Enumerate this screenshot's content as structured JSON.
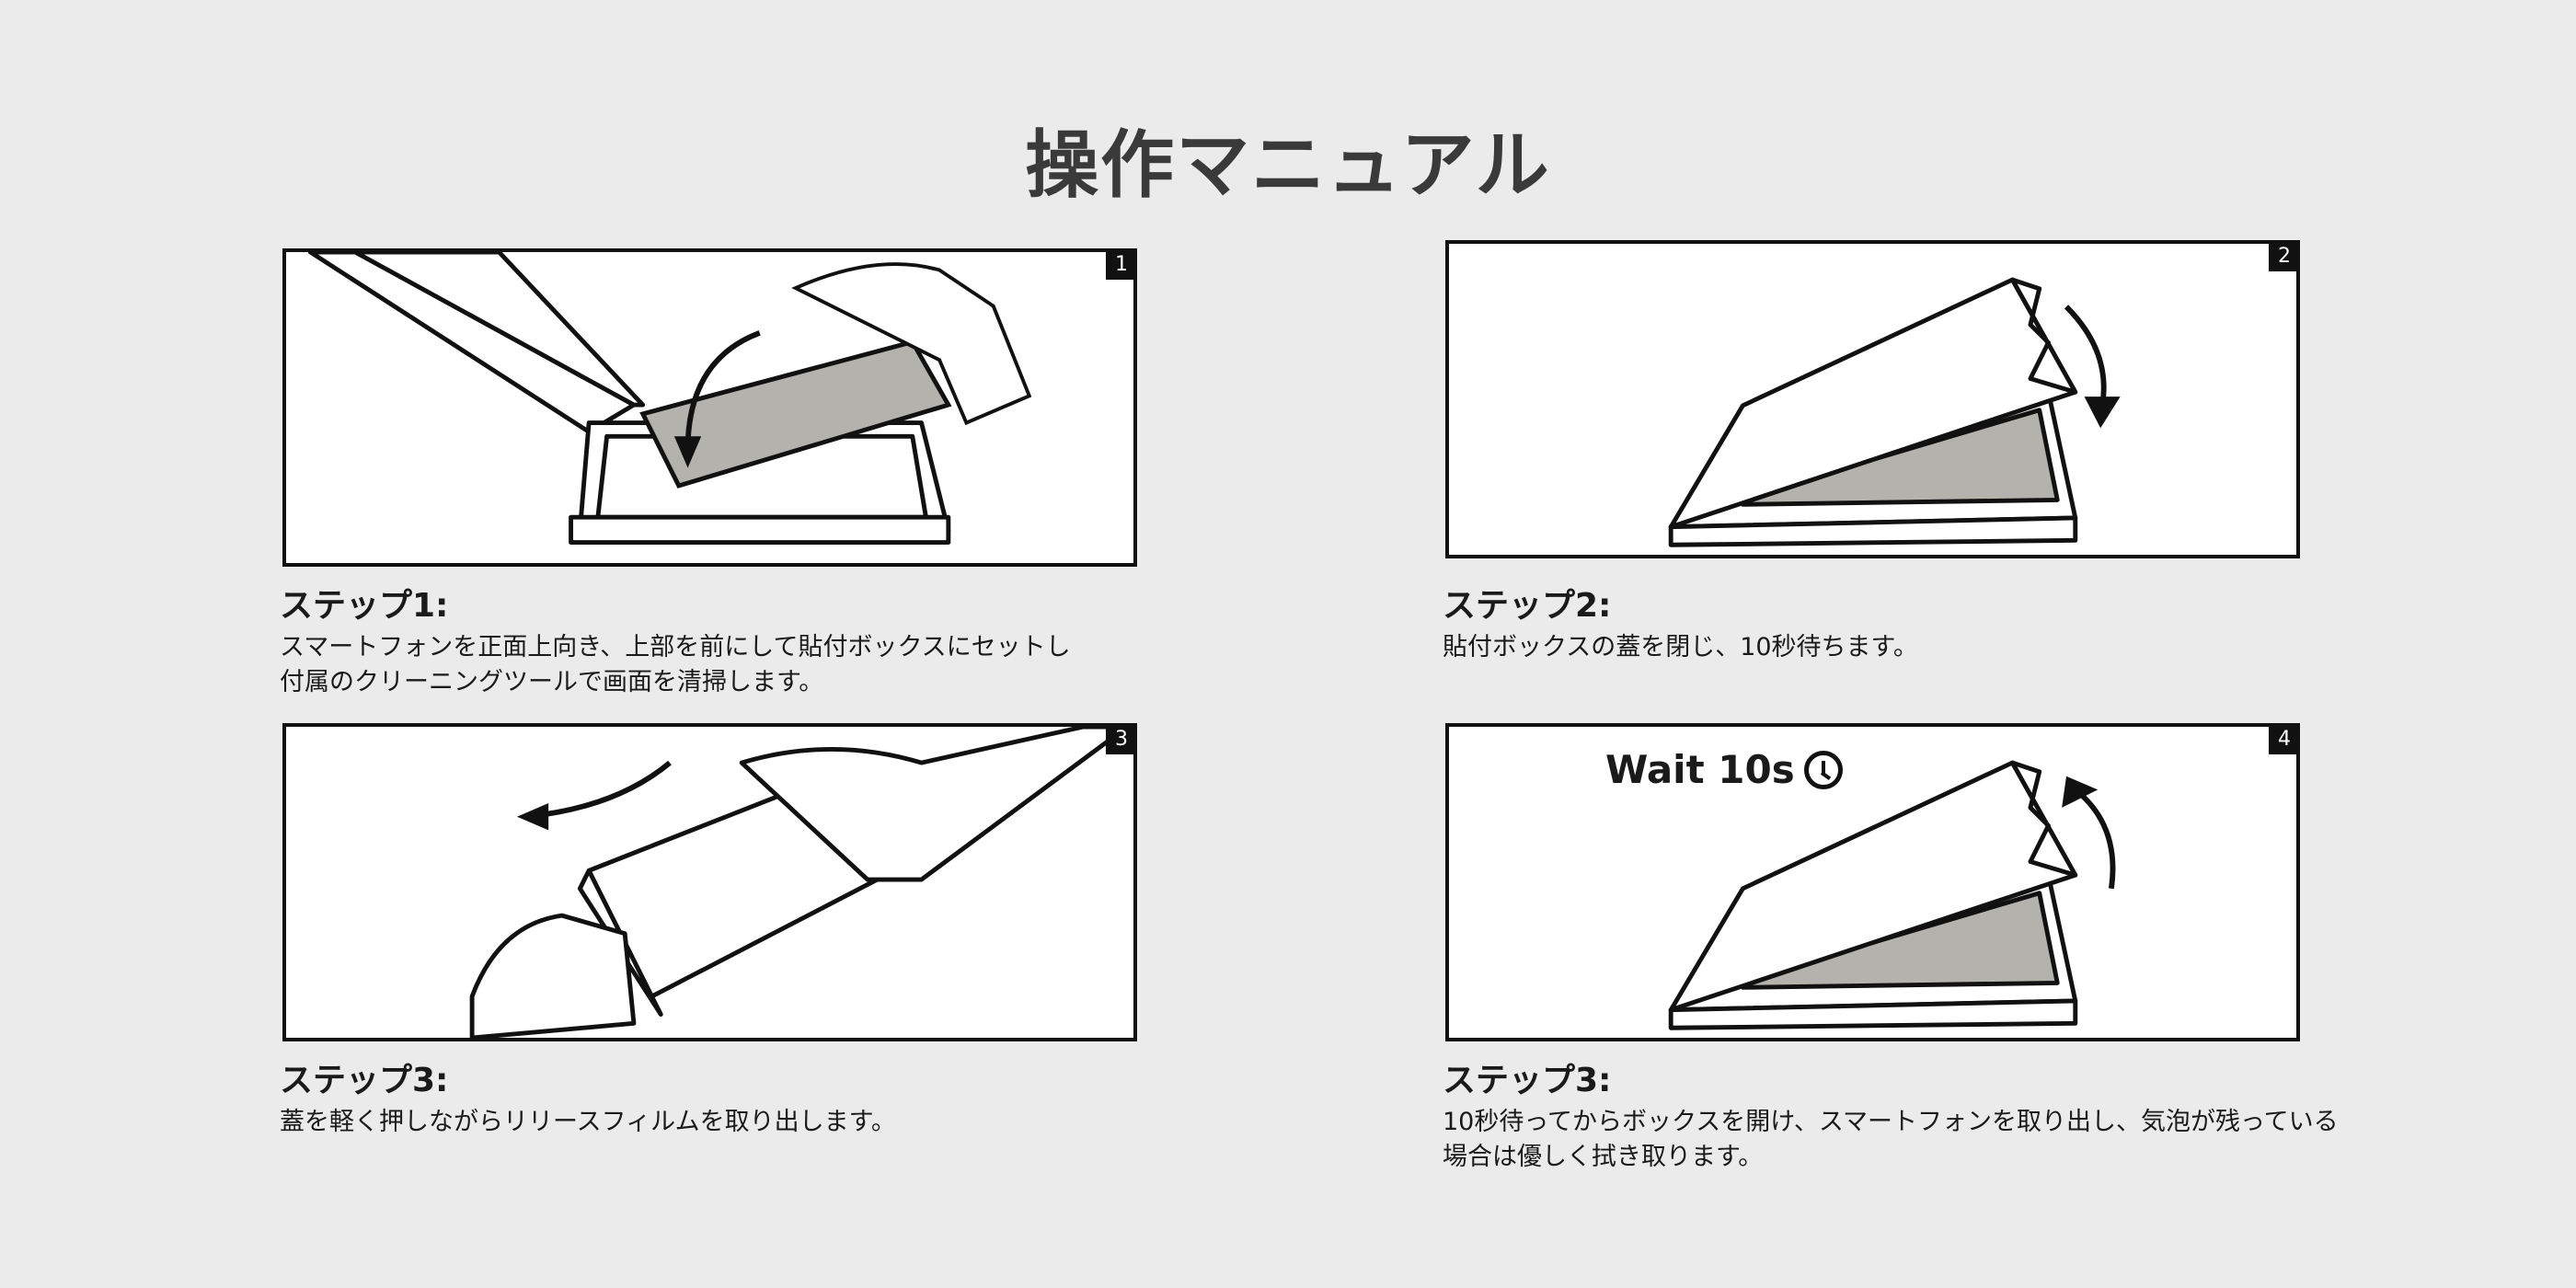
{
  "title": "操作マニュアル",
  "steps": [
    {
      "badge": "1",
      "heading": "ステップ1:",
      "lines": [
        "スマートフォンを正面上向き、上部を前にして貼付ボックスにセットし",
        "付属のクリーニングツールで画面を清掃します。"
      ]
    },
    {
      "badge": "2",
      "heading": "ステップ2:",
      "lines": [
        "貼付ボックスの蓋を閉じ、10秒待ちます。"
      ]
    },
    {
      "badge": "3",
      "heading": "ステップ3:",
      "lines": [
        "蓋を軽く押しながらリリースフィルムを取り出します。"
      ]
    },
    {
      "badge": "4",
      "heading": "ステップ3:",
      "lines": [
        "10秒待ってからボックスを開け、スマートフォンを取り出し、気泡が残っている",
        "場合は優しく拭き取ります。"
      ],
      "overlay": "Wait 10s"
    }
  ]
}
